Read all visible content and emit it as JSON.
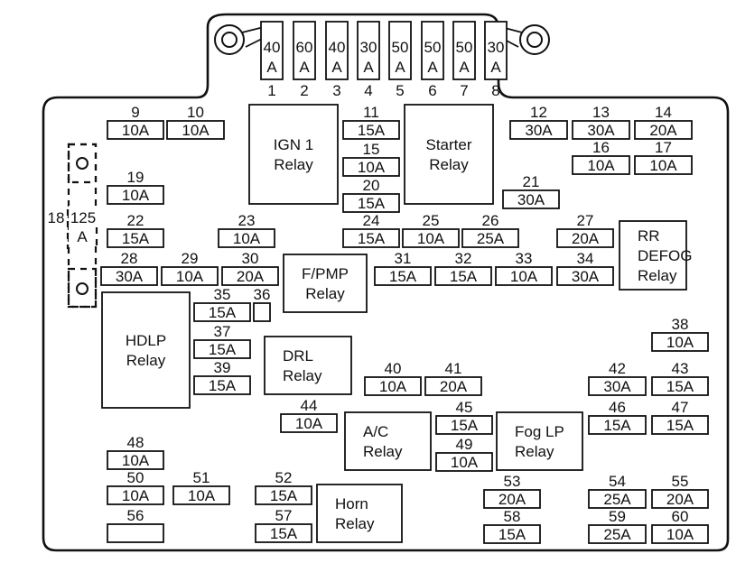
{
  "title": "Underhood Fuse/Relay Center",
  "colors": {
    "line": "#111111",
    "background": "#ffffff"
  },
  "maxi_fuses": [
    {
      "id": "1",
      "rating": "40",
      "unit": "A"
    },
    {
      "id": "2",
      "rating": "60",
      "unit": "A"
    },
    {
      "id": "3",
      "rating": "40",
      "unit": "A"
    },
    {
      "id": "4",
      "rating": "30",
      "unit": "A"
    },
    {
      "id": "5",
      "rating": "50",
      "unit": "A"
    },
    {
      "id": "6",
      "rating": "50",
      "unit": "A"
    },
    {
      "id": "7",
      "rating": "50",
      "unit": "A"
    },
    {
      "id": "8",
      "rating": "30",
      "unit": "A"
    }
  ],
  "fuses": [
    {
      "id": "9",
      "rating": "10A"
    },
    {
      "id": "10",
      "rating": "10A"
    },
    {
      "id": "11",
      "rating": "15A"
    },
    {
      "id": "12",
      "rating": "30A"
    },
    {
      "id": "13",
      "rating": "30A"
    },
    {
      "id": "14",
      "rating": "20A"
    },
    {
      "id": "15",
      "rating": "10A"
    },
    {
      "id": "16",
      "rating": "10A"
    },
    {
      "id": "17",
      "rating": "10A"
    },
    {
      "id": "19",
      "rating": "10A"
    },
    {
      "id": "20",
      "rating": "15A"
    },
    {
      "id": "21",
      "rating": "30A"
    },
    {
      "id": "22",
      "rating": "15A"
    },
    {
      "id": "23",
      "rating": "10A"
    },
    {
      "id": "24",
      "rating": "15A"
    },
    {
      "id": "25",
      "rating": "10A"
    },
    {
      "id": "26",
      "rating": "25A"
    },
    {
      "id": "27",
      "rating": "20A"
    },
    {
      "id": "28",
      "rating": "30A"
    },
    {
      "id": "29",
      "rating": "10A"
    },
    {
      "id": "30",
      "rating": "20A"
    },
    {
      "id": "31",
      "rating": "15A"
    },
    {
      "id": "32",
      "rating": "15A"
    },
    {
      "id": "33",
      "rating": "10A"
    },
    {
      "id": "34",
      "rating": "30A"
    },
    {
      "id": "35",
      "rating": "15A"
    },
    {
      "id": "36",
      "rating": ""
    },
    {
      "id": "37",
      "rating": "15A"
    },
    {
      "id": "38",
      "rating": "10A"
    },
    {
      "id": "39",
      "rating": "15A"
    },
    {
      "id": "40",
      "rating": "10A"
    },
    {
      "id": "41",
      "rating": "20A"
    },
    {
      "id": "42",
      "rating": "30A"
    },
    {
      "id": "43",
      "rating": "15A"
    },
    {
      "id": "44",
      "rating": "10A"
    },
    {
      "id": "45",
      "rating": "15A"
    },
    {
      "id": "46",
      "rating": "15A"
    },
    {
      "id": "47",
      "rating": "15A"
    },
    {
      "id": "48",
      "rating": "10A"
    },
    {
      "id": "49",
      "rating": "10A"
    },
    {
      "id": "50",
      "rating": "10A"
    },
    {
      "id": "51",
      "rating": "10A"
    },
    {
      "id": "52",
      "rating": "15A"
    },
    {
      "id": "53",
      "rating": "20A"
    },
    {
      "id": "54",
      "rating": "25A"
    },
    {
      "id": "55",
      "rating": "20A"
    },
    {
      "id": "56",
      "rating": ""
    },
    {
      "id": "57",
      "rating": "15A"
    },
    {
      "id": "58",
      "rating": "15A"
    },
    {
      "id": "59",
      "rating": "25A"
    },
    {
      "id": "60",
      "rating": "10A"
    }
  ],
  "circuit_breaker": {
    "id": "18",
    "rating": "125",
    "unit": "A"
  },
  "relays": [
    {
      "key": "ign1",
      "lines": [
        "IGN 1",
        "Relay"
      ]
    },
    {
      "key": "starter",
      "lines": [
        "Starter",
        "Relay"
      ]
    },
    {
      "key": "rr-defog",
      "lines": [
        "RR",
        "DEFOG",
        "Relay"
      ]
    },
    {
      "key": "fpmp",
      "lines": [
        "F/PMP",
        "Relay"
      ]
    },
    {
      "key": "hdlp",
      "lines": [
        "HDLP",
        "Relay"
      ]
    },
    {
      "key": "drl",
      "lines": [
        "DRL",
        "Relay"
      ]
    },
    {
      "key": "ac",
      "lines": [
        "A/C",
        "Relay"
      ]
    },
    {
      "key": "fog-lp",
      "lines": [
        "Fog LP",
        "Relay"
      ]
    },
    {
      "key": "horn",
      "lines": [
        "Horn",
        "Relay"
      ]
    }
  ]
}
